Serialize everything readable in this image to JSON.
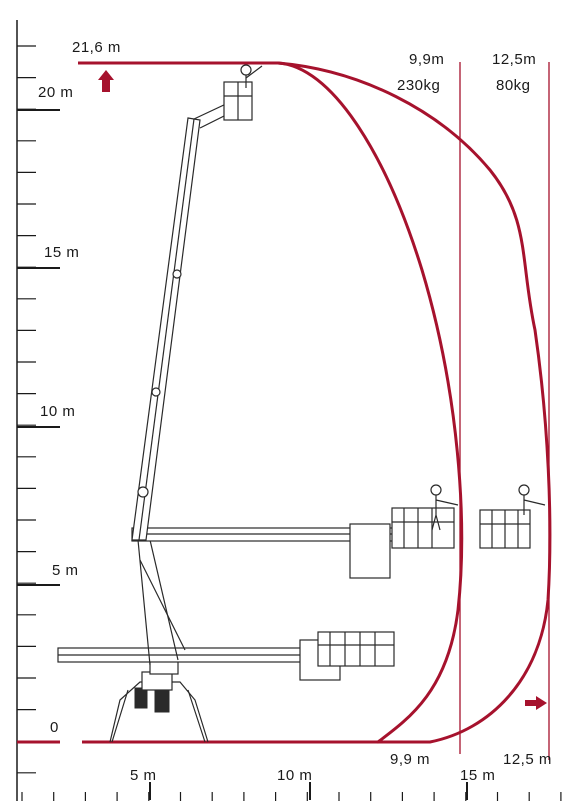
{
  "diagram": {
    "max_height_label": "21,6 m",
    "y_axis_labels": [
      "20 m",
      "15 m",
      "10 m",
      "5 m",
      "0"
    ],
    "x_axis_labels": [
      "5 m",
      "10 m",
      "15 m"
    ],
    "outreach_limits": [
      {
        "reach": "9,9m",
        "load": "230kg",
        "bottom_label": "9,9 m"
      },
      {
        "reach": "12,5m",
        "load": "80kg",
        "bottom_label": "12,5 m"
      }
    ],
    "colors": {
      "accent": "#a6122d",
      "ink": "#1a1a1a"
    },
    "icons": [
      "up-arrow-icon",
      "right-arrow-icon",
      "operator-figure-icon",
      "platform-basket-icon",
      "spider-lift-icon"
    ]
  }
}
